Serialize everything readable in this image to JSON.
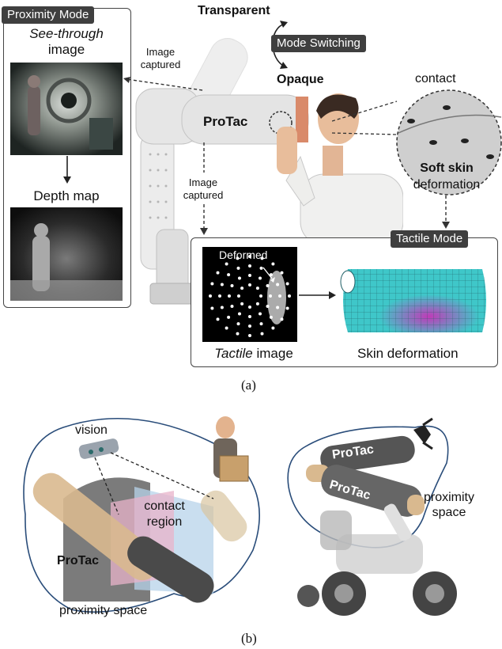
{
  "panel_a": {
    "proximity_mode": {
      "label": "Proximity Mode",
      "see_through_italic": "See-through",
      "see_through_rest": "image",
      "depth_map": "Depth map"
    },
    "mode_switching": "Mode Switching",
    "transparent": "Transparent",
    "opaque": "Opaque",
    "image_captured_1": [
      "Image",
      "captured"
    ],
    "image_captured_2": [
      "Image",
      "captured"
    ],
    "protac": "ProTac",
    "contact": "contact",
    "soft_skin_bold": "Soft skin",
    "soft_skin_rest": "deformation",
    "tactile_mode": {
      "label": "Tactile Mode",
      "deformed": "Deformed",
      "tactile_italic": "Tactile",
      "tactile_rest": "image",
      "skin_deformation": "Skin deformation"
    },
    "caption": "(a)"
  },
  "panel_b": {
    "vision": "vision",
    "contact_region": [
      "contact",
      "region"
    ],
    "protac_left": "ProTac",
    "proximity_space_left": "proximity space",
    "protac_top": "ProTac",
    "protac_bottom": "ProTac",
    "proximity_space_right": [
      "proximity",
      "space"
    ],
    "caption": "(b)"
  },
  "colors": {
    "tag_bg": "#3f3f3f",
    "robot_white": "#e6e6e6",
    "skin_cyan": "#3fc7c9",
    "skin_magenta": "#c03ab8",
    "contact_pink": "#e8b3c9",
    "proximity_blue": "#b7d3ea",
    "link_tan": "#d9b98f"
  }
}
